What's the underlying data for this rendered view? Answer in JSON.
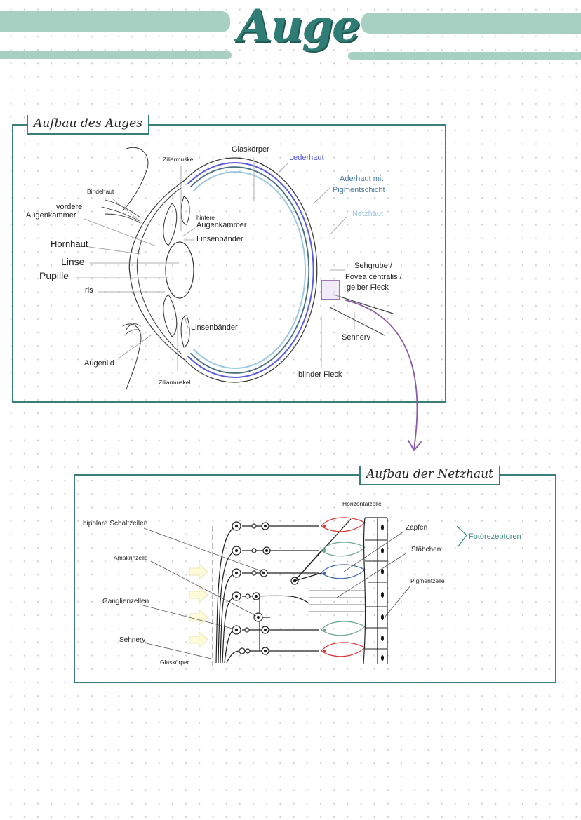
{
  "title": "Auge",
  "colors": {
    "accent": "#2f7d74",
    "bars": "#a7cfc2",
    "lederhaut": "#5a5ae0",
    "aderhaut": "#4f7fa3",
    "netzhaut": "#9cc8e4",
    "highlight": "#8a5aa8"
  },
  "eye": {
    "heading": "Aufbau des Auges",
    "labels": {
      "ziliarmuskel_top": "Ziliarmuskel",
      "glaskoerper": "Glaskörper",
      "lederhaut": "Lederhaut",
      "aderhaut_1": "Aderhaut mit",
      "aderhaut_2": "Pigmentschicht",
      "netzhaut": "Netzhaut",
      "bindehaut": "Bindehaut",
      "vordere_1": "vordere",
      "vordere_2": "Augenkammer",
      "hintere_1": "hintere",
      "hintere_2": "Augenkammer",
      "linsenbaender_top": "Linsenbänder",
      "hornhaut": "Hornhaut",
      "linse": "Linse",
      "pupille": "Pupille",
      "iris": "Iris",
      "sehgrube_1": "Sehgrube /",
      "sehgrube_2": "Fovea centralis /",
      "sehgrube_3": "gelber Fleck",
      "linsenbaender_bottom": "Linsenbänder",
      "sehnerv": "Sehnerv",
      "augenlid": "Augenlid",
      "ziliarmuskel_bottom": "Ziliarmuskel",
      "blinder_fleck": "blinder Fleck"
    }
  },
  "retina": {
    "heading": "Aufbau der Netzhaut",
    "labels": {
      "horizontalzelle": "Horizontalzelle",
      "bipolare": "bipolare Schaltzellen",
      "zapfen": "Zapfen",
      "fotorezeptoren": "Fotorezeptoren",
      "staebchen": "Stäbchen",
      "amakrinzelle": "Amakrinzelle",
      "pigmentzelle": "Pigmentzelle",
      "ganglienzellen": "Ganglienzellen",
      "sehnerv": "Sehnerv",
      "glaskoerper": "Glaskörper"
    }
  }
}
